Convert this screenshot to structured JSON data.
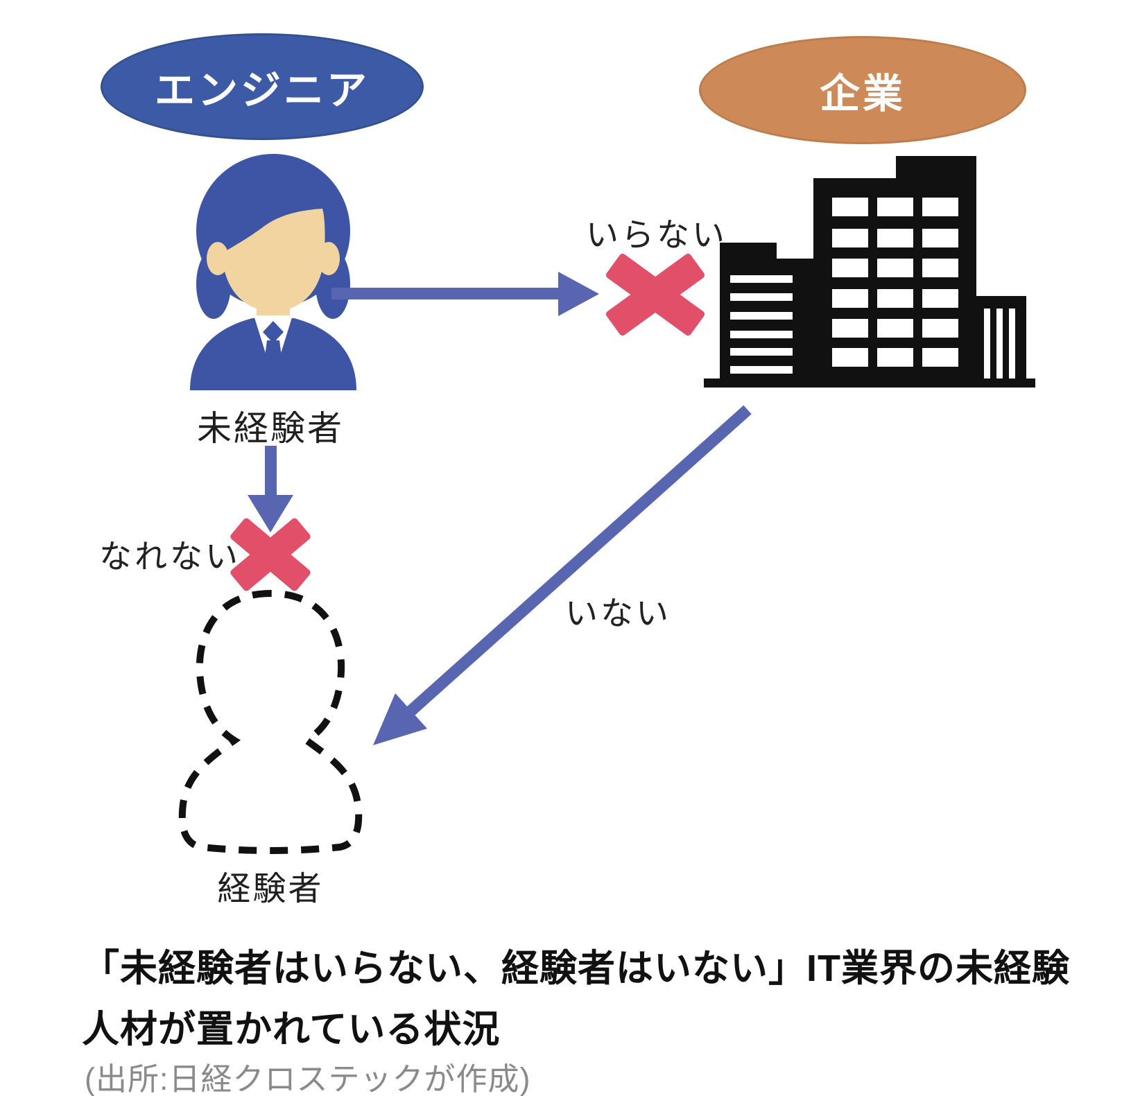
{
  "nodes": {
    "engineer_group": "エンジニア",
    "company_group": "企業",
    "inexperienced": "未経験者",
    "experienced": "経験者"
  },
  "edges": {
    "company_to_inexperienced": "いらない",
    "inexperienced_to_experienced": "なれない",
    "company_to_experienced": "いない"
  },
  "icons": {
    "person": "person-icon",
    "building": "building-icon",
    "silhouette": "dashed-person-silhouette-icon",
    "cross": "cross-icon",
    "arrows": [
      "arrow-right-icon",
      "arrow-down-icon",
      "arrow-diagonal-icon"
    ]
  },
  "caption": {
    "line1": "「未経験者はいらない、経験者はいない」IT業界の未経験",
    "line2": "人材が置かれている状況",
    "source": "(出所:日経クロステックが作成)"
  },
  "colors": {
    "engineer_blue": "#3d5aa6",
    "company_orange": "#cd8a58",
    "person_blue": "#3d55a4",
    "skin_tan": "#f2d4a0",
    "arrow_blue": "#5866b2",
    "cross_red": "#e14f68",
    "icon_black": "#111111",
    "caption_text": "#111111",
    "source_text": "#8a8a8a",
    "background": "#ffffff"
  }
}
